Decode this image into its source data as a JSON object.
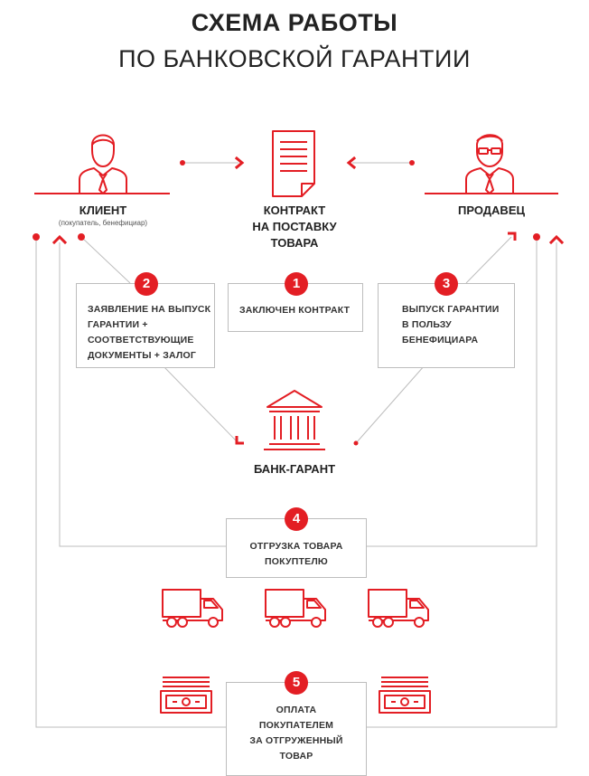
{
  "title": {
    "line1": "СХЕМА РАБОТЫ",
    "line2": "ПО БАНКОВСКОЙ ГАРАНТИИ"
  },
  "client": {
    "label": "КЛИЕНТ",
    "sublabel": "(покупатель, бенефициар)"
  },
  "contract": {
    "line1": "КОНТРАКТ",
    "line2": "НА ПОСТАВКУ",
    "line3": "ТОВАРА"
  },
  "seller": {
    "label": "ПРОДАВЕЦ"
  },
  "bank": {
    "label": "БАНК-ГАРАНТ"
  },
  "steps": [
    {
      "num": "1",
      "lines": [
        "ЗАКЛЮЧЕН КОНТРАКТ"
      ]
    },
    {
      "num": "2",
      "lines": [
        "ЗАЯВЛЕНИЕ НА ВЫПУСК",
        "ГАРАНТИИ +",
        "СООТВЕТСТВУЮЩИЕ",
        "ДОКУМЕНТЫ + ЗАЛОГ"
      ]
    },
    {
      "num": "3",
      "lines": [
        "ВЫПУСК ГАРАНТИИ",
        "В ПОЛЬЗУ",
        "БЕНЕФИЦИАРА"
      ]
    },
    {
      "num": "4",
      "lines": [
        "ОТГРУЗКА ТОВАРА",
        "ПОКУПТЕЛЮ"
      ]
    },
    {
      "num": "5",
      "lines": [
        "ОПЛАТА",
        "ПОКУПАТЕЛЕМ",
        "ЗА ОТГРУЖЕННЫЙ",
        "ТОВАР"
      ]
    }
  ],
  "icons": {
    "client": "businessman-icon",
    "seller": "businessman-glasses-icon",
    "contract": "document-icon",
    "bank": "bank-building-icon",
    "truck": "truck-icon",
    "money": "money-stack-icon"
  },
  "colors": {
    "accent": "#e31e24",
    "line": "#bdbdbd",
    "text": "#222222"
  }
}
